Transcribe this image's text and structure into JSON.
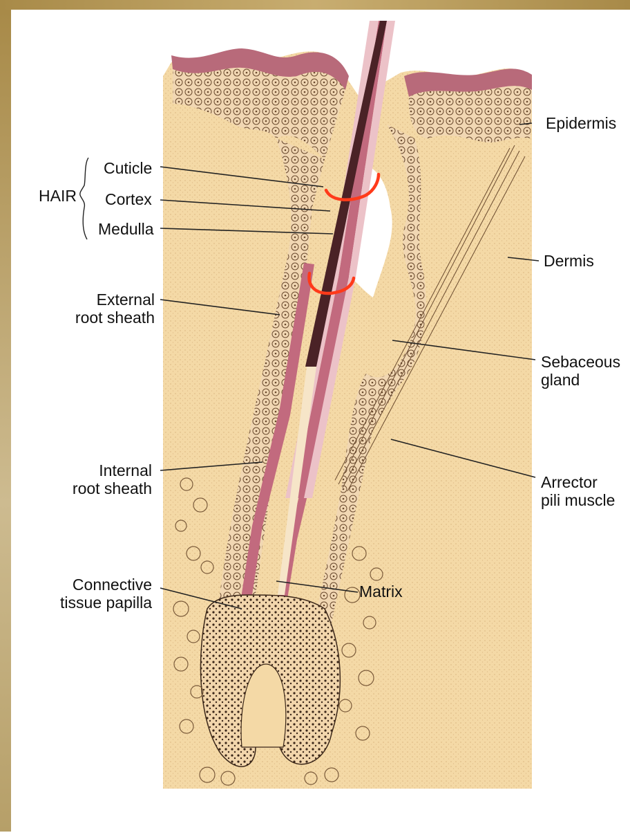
{
  "diagram": {
    "hair_group_label": "HAIR",
    "labels": {
      "cuticle": "Cuticle",
      "cortex": "Cortex",
      "medulla": "Medulla",
      "external_root_sheath_1": "External",
      "external_root_sheath_2": "root sheath",
      "internal_root_sheath_1": "Internal",
      "internal_root_sheath_2": "root sheath",
      "connective_tissue_papilla_1": "Connective",
      "connective_tissue_papilla_2": "tissue papilla",
      "epidermis": "Epidermis",
      "dermis": "Dermis",
      "sebaceous_gland_1": "Sebaceous",
      "sebaceous_gland_2": "gland",
      "arrector_pili_muscle_1": "Arrector",
      "arrector_pili_muscle_2": "pili muscle",
      "matrix": "Matrix"
    },
    "colors": {
      "dermis_fill": "#f4d9a6",
      "epidermis_band": "#b86a7a",
      "root_sheath": "#c26a7e",
      "hair_shaft_light": "#ecc2c8",
      "medulla": "#4a2226",
      "annotation_red": "#ff3a1a",
      "cell_stroke": "#5a3a20"
    }
  }
}
